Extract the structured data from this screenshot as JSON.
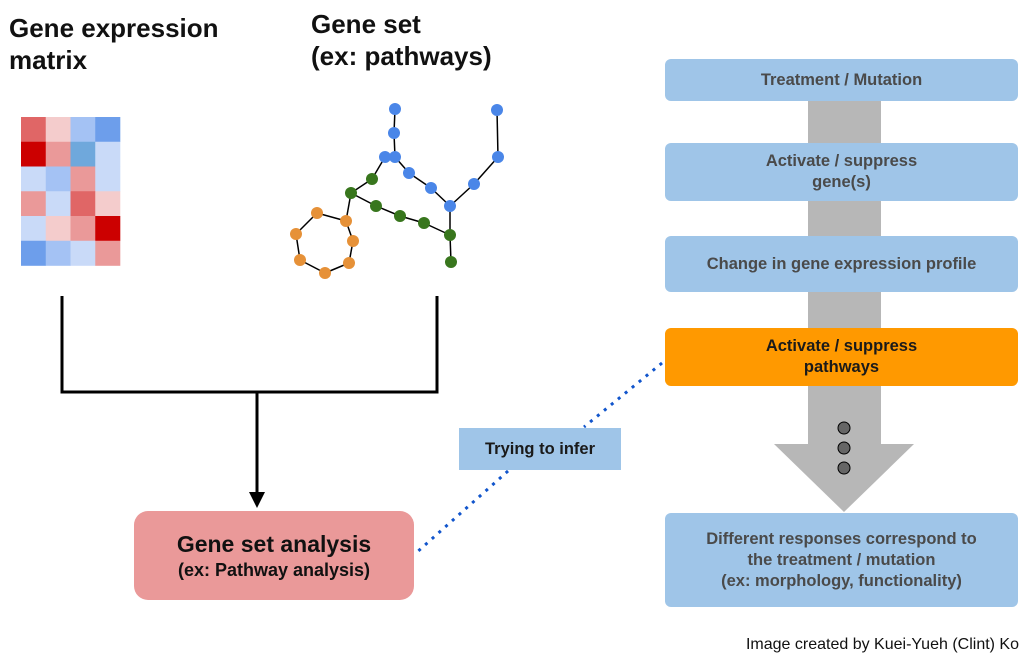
{
  "headings": {
    "matrix": [
      "Gene expression",
      "matrix"
    ],
    "geneset": [
      "Gene set",
      "(ex: pathways)"
    ]
  },
  "heatmap": {
    "rows": 6,
    "cols": 4,
    "colors": [
      [
        "#e06666",
        "#f4cccc",
        "#a4c2f4",
        "#6d9eeb"
      ],
      [
        "#cc0000",
        "#ea9999",
        "#6fa8dc",
        "#c9daf8"
      ],
      [
        "#c9daf8",
        "#a4c2f4",
        "#ea9999",
        "#c9daf8"
      ],
      [
        "#ea9999",
        "#c9daf8",
        "#e06666",
        "#f4cccc"
      ],
      [
        "#c9daf8",
        "#f4cccc",
        "#ea9999",
        "#cc0000"
      ],
      [
        "#6d9eeb",
        "#a4c2f4",
        "#c9daf8",
        "#ea9999"
      ]
    ]
  },
  "network": {
    "colors": {
      "blue": "#4a86e8",
      "green": "#38761d",
      "orange": "#e69138",
      "edge": "#000000"
    }
  },
  "analysis_box": {
    "title": "Gene set analysis",
    "subtitle": "(ex: Pathway analysis)",
    "color": "#ea9999"
  },
  "infer_label": "Trying to infer",
  "flow": {
    "box_color": "#9fc5e8",
    "highlight_color": "#ff9900",
    "arrow_color": "#b7b7b7",
    "steps": [
      {
        "lines": [
          "Treatment / Mutation"
        ],
        "highlight": false
      },
      {
        "lines": [
          "Activate / suppress",
          "gene(s)"
        ],
        "highlight": false
      },
      {
        "lines": [
          "Change in gene expression profile"
        ],
        "highlight": false
      },
      {
        "lines": [
          "Activate / suppress",
          "pathways"
        ],
        "highlight": true
      },
      {
        "lines": [
          "Different responses correspond to",
          "the treatment / mutation",
          "(ex: morphology, functionality)"
        ],
        "highlight": false
      }
    ]
  },
  "credit": "Image created by Kuei-Yueh (Clint) Ko"
}
